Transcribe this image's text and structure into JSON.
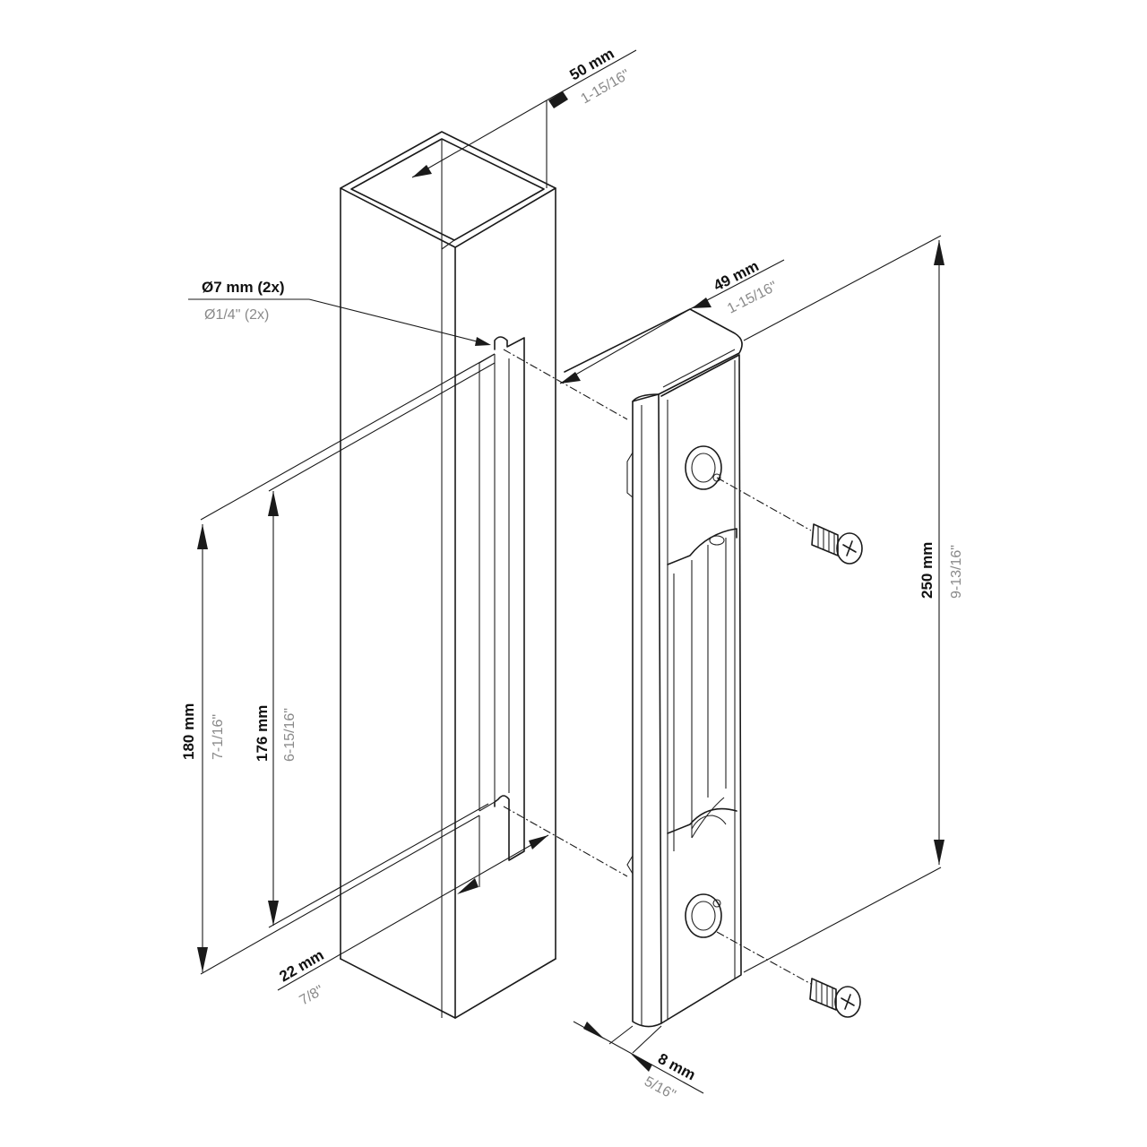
{
  "dimensions": {
    "post_width": {
      "metric": "50 mm",
      "imperial": "1-15/16\""
    },
    "strike_width": {
      "metric": "49 mm",
      "imperial": "1-15/16\""
    },
    "hole_diameter": {
      "metric": "Ø7 mm (2x)",
      "imperial": "Ø1/4\" (2x)"
    },
    "strike_height": {
      "metric": "250 mm",
      "imperial": "9-13/16\""
    },
    "hole_spacing_outer": {
      "metric": "180 mm",
      "imperial": "7-1/16\""
    },
    "hole_spacing_inner": {
      "metric": "176 mm",
      "imperial": "6-15/16\""
    },
    "cutout_width": {
      "metric": "22 mm",
      "imperial": "7/8\""
    },
    "plate_thickness": {
      "metric": "8 mm",
      "imperial": "5/16\""
    }
  }
}
